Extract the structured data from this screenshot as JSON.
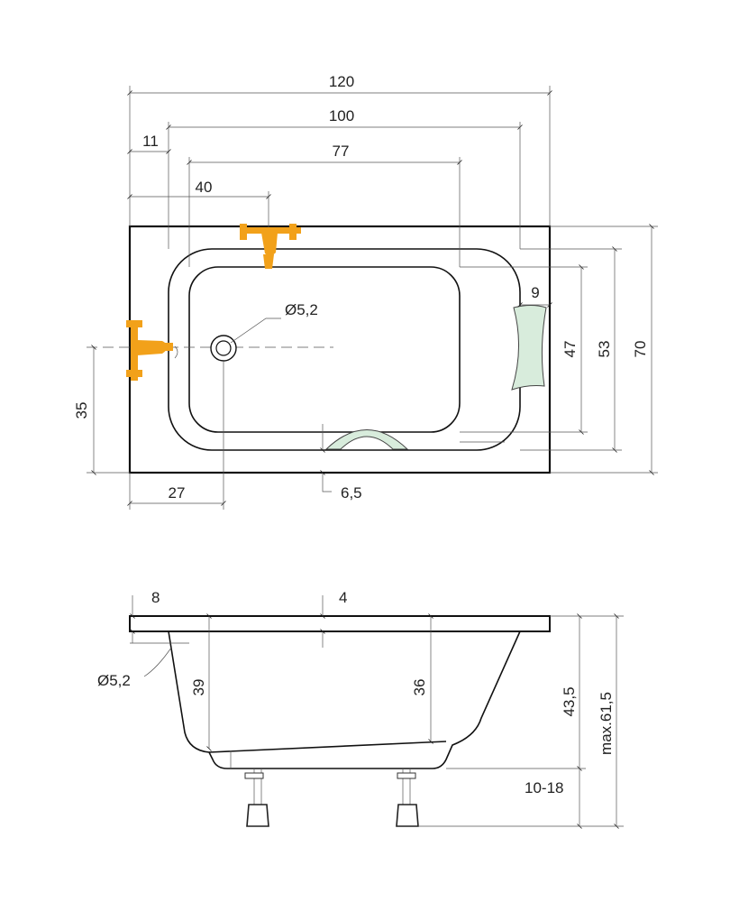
{
  "colors": {
    "faucet": "#f2a11a",
    "headrest": "#d8ecdc",
    "line": "#111111",
    "dim_line": "#555555"
  },
  "top_view": {
    "dims": {
      "overall_length": "120",
      "inner_length": "100",
      "left_margin": "11",
      "bottom_length": "77",
      "faucet_offset": "40",
      "drain_diameter": "Ø5,2",
      "headrest_width": "9",
      "bottom_width": "47",
      "inner_width": "53",
      "overall_width": "70",
      "drain_height": "35",
      "drain_offset": "27",
      "bottom_to_inner": "6,5"
    },
    "icons": [
      "faucet-icon",
      "headrest-icon",
      "drain-icon"
    ]
  },
  "side_view": {
    "dims": {
      "rim_offset": "8",
      "rim_thickness": "4",
      "overflow_diameter": "Ø5,2",
      "depth_left": "39",
      "depth_right": "36",
      "height": "43,5",
      "max_height": "max.61,5",
      "legs_range": "10-18"
    },
    "icons": [
      "leg-icon"
    ]
  }
}
